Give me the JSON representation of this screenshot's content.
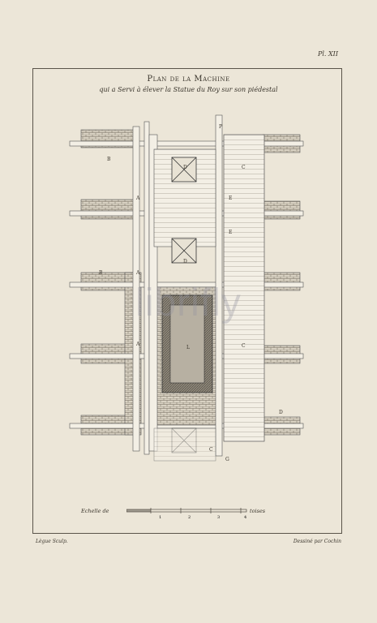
{
  "plate": {
    "number": "Pl. XII"
  },
  "title": "Plan de la Machine",
  "subtitle": "qui a Servi à élever la Statue du Roy sur son piédestal",
  "scale": {
    "label": "Echelle de",
    "unit": "toises",
    "ticks": [
      "1",
      "2",
      "3",
      "4"
    ]
  },
  "credits": {
    "engraver": "Lègue Sculp.",
    "drawer": "Dessiné par Cochin"
  },
  "watermark": "librifly",
  "plan_labels": [
    "B",
    "A",
    "P",
    "C",
    "D",
    "E",
    "E",
    "B",
    "A",
    "D",
    "L",
    "C",
    "A",
    "D",
    "C",
    "G"
  ]
}
